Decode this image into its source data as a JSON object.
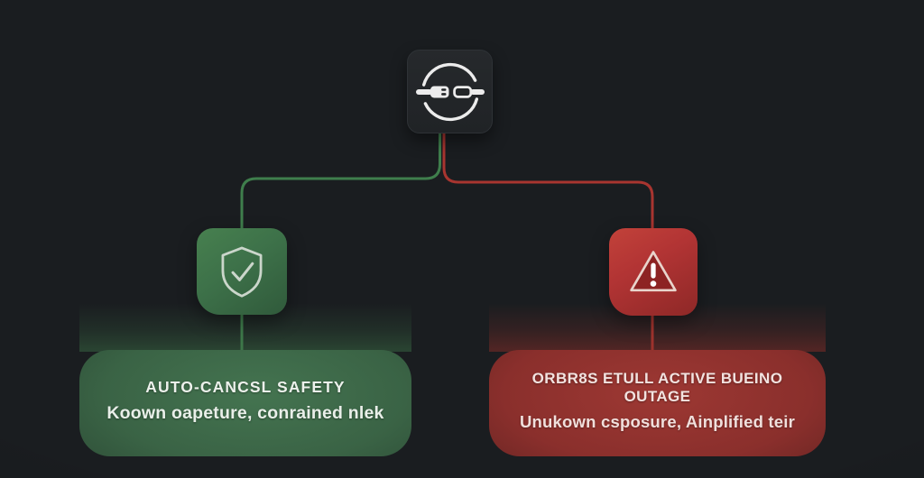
{
  "diagram": {
    "background_color": "#1a1d20",
    "root_node": {
      "icon": "plug-sync-icon",
      "tile_color": "#232628",
      "icon_color": "#ececec"
    },
    "left_branch": {
      "line_color": "#3f7e4c",
      "node": {
        "icon": "shield-check-icon",
        "tile_color": "#3d7149",
        "icon_color": "#cbd6cb"
      },
      "banner": {
        "title": "AUTO-CANCSL SAFETY",
        "subtitle": "Koown oapeture, conrained nlek",
        "accent_color": "#3a6345",
        "text_color": "#edf1ec"
      }
    },
    "right_branch": {
      "line_color": "#a83530",
      "node": {
        "icon": "warning-triangle-icon",
        "tile_color": "#b23434",
        "icon_color": "#efe0d8"
      },
      "banner": {
        "title": "ORBR8S ETULL ACTIVE BUEINO OUTAGE",
        "subtitle": "Unukown csposure, Ainplified teir",
        "accent_color": "#8a2f2c",
        "text_color": "#f2e3e0"
      }
    }
  }
}
